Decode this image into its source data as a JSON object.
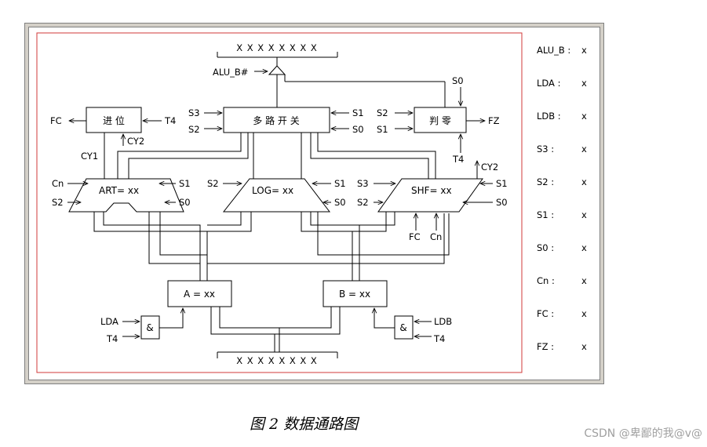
{
  "bus_top": {
    "bits": "X X X X X X X X"
  },
  "bus_bottom": {
    "bits": "X X X X X X X X"
  },
  "alu_b_label": "ALU_B#",
  "mux": {
    "label": "多 路 开 关"
  },
  "carry": {
    "label": "进 位"
  },
  "zero": {
    "label": "判 零"
  },
  "art": {
    "label": "ART= xx"
  },
  "log": {
    "label": "LOG= xx"
  },
  "shf": {
    "label": "SHF= xx"
  },
  "reg_a": {
    "label": "A = xx"
  },
  "reg_b": {
    "label": "B = xx"
  },
  "and_symbol": "&",
  "signals": {
    "fc": "FC",
    "fz": "FZ",
    "t4": "T4",
    "cy1": "CY1",
    "cy2": "CY2",
    "cn": "Cn",
    "s0": "S0",
    "s1": "S1",
    "s2": "S2",
    "s3": "S3",
    "lda": "LDA",
    "ldb": "LDB"
  },
  "status_panel": [
    {
      "name": "ALU_B :",
      "value": "x"
    },
    {
      "name": "LDA :",
      "value": "x"
    },
    {
      "name": "LDB :",
      "value": "x"
    },
    {
      "name": "S3 :",
      "value": "x"
    },
    {
      "name": "S2 :",
      "value": "x"
    },
    {
      "name": "S1 :",
      "value": "x"
    },
    {
      "name": "S0 :",
      "value": "x"
    },
    {
      "name": "Cn :",
      "value": "x"
    },
    {
      "name": "FC :",
      "value": "x"
    },
    {
      "name": "FZ :",
      "value": "x"
    }
  ],
  "caption": "图 2  数据通路图",
  "watermark": "CSDN @卑鄙的我@v@"
}
